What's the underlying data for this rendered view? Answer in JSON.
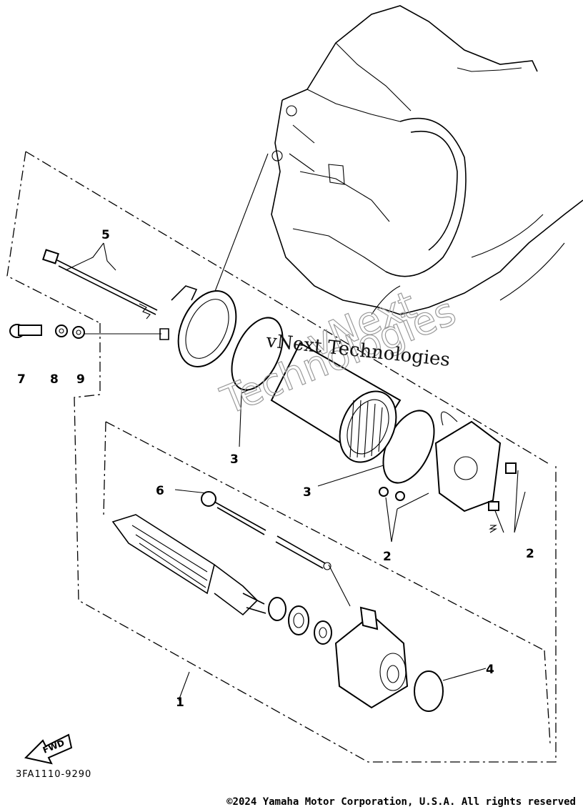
{
  "callouts": {
    "c1": "1",
    "c2a": "2",
    "c2b": "2",
    "c3a": "3",
    "c3b": "3",
    "c4": "4",
    "c5": "5",
    "c6": "6",
    "c7": "7",
    "c8": "8",
    "c9": "9"
  },
  "fwd_label": "FWD",
  "diagram_code": "3FA1110-9290",
  "watermark": {
    "line1": "vNext Technologies",
    "line2a": "vNext",
    "line2b": "Technologies"
  },
  "copyright": "©2024 Yamaha Motor Corporation, U.S.A. All rights reserved"
}
